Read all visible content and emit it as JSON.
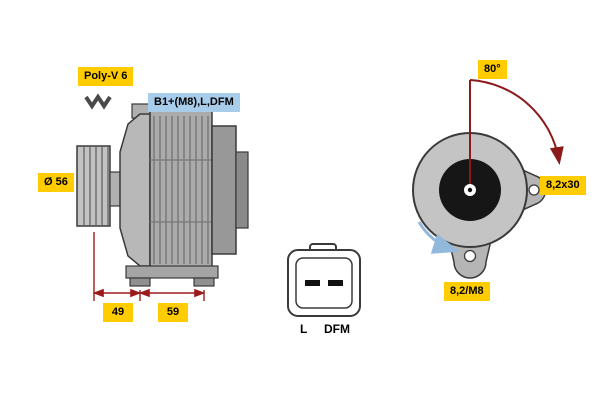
{
  "side_view": {
    "poly_v_label": "Poly-V 6",
    "diameter_label": "Ø 56",
    "terminal_label": "B1+(M8),L,DFM",
    "dim_49": "49",
    "dim_59": "59"
  },
  "connector": {
    "pin_left": "L",
    "pin_right": "DFM"
  },
  "front_view": {
    "angle_label": "80°",
    "bolt_label": "8,2x30",
    "mount_label": "8,2/M8"
  },
  "colors": {
    "label_yellow": "#ffcc00",
    "label_blue": "#a8cdeb",
    "dimension_red": "#9b1b1b",
    "arc_red": "#8b1a1a",
    "rotation_blue": "#92b8dc",
    "body_gray": "#b5b5b5"
  }
}
